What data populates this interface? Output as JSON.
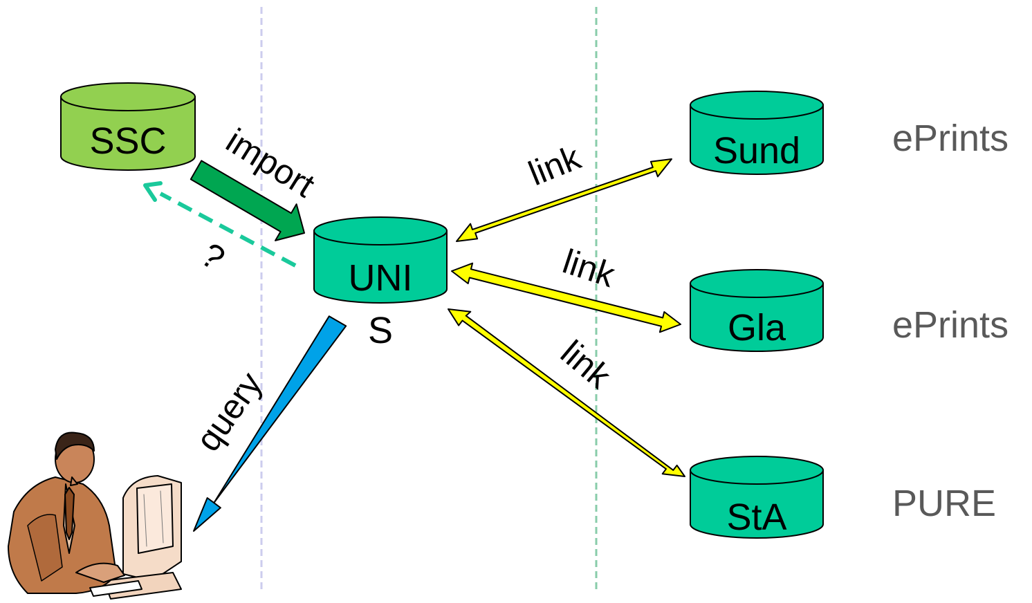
{
  "colors": {
    "ssc_fill": "#92d050",
    "repo_fill": "#00cc99",
    "import_arrow": "#00a651",
    "query_arrow": "#00a2e8",
    "link_arrow": "#ffff00",
    "question_arrow": "#1ac99b",
    "divider_left": "#ccccee",
    "divider_right": "#88ccaa",
    "system_label": "#595959"
  },
  "nodes": {
    "ssc": {
      "label": "SSC"
    },
    "unis": {
      "label_line1": "UNI",
      "label_line2": "S"
    },
    "sund": {
      "label": "Sund",
      "system": "ePrints"
    },
    "gla": {
      "label": "Gla",
      "system": "ePrints"
    },
    "sta": {
      "label": "StA",
      "system": "PURE"
    }
  },
  "edges": {
    "import": {
      "label": "import"
    },
    "question": {
      "label": "?"
    },
    "query": {
      "label": "query"
    },
    "link_sund": {
      "label": "link"
    },
    "link_gla": {
      "label": "link"
    },
    "link_sta": {
      "label": "link"
    }
  },
  "icons": {
    "user": "user-at-computer-icon"
  }
}
